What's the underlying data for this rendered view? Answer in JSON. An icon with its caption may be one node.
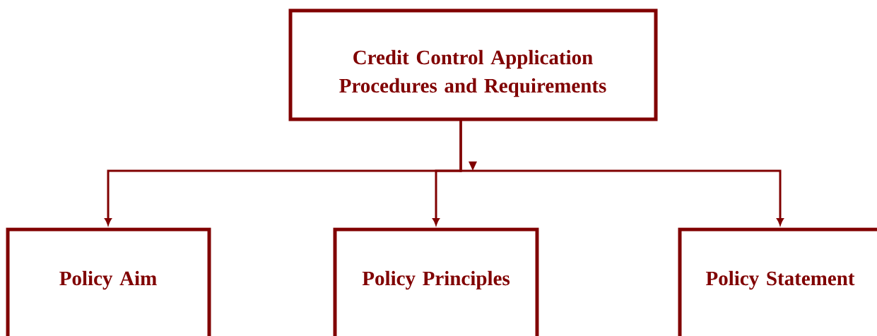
{
  "diagram": {
    "nodes": [
      {
        "text": [
          "Credit Control Application Procedures and Requirements"
        ]
      },
      {
        "text": [
          "Policy Aim"
        ]
      },
      {
        "text": [
          "Policy Principles"
        ]
      },
      {
        "text": [
          "Policy Statement"
        ]
      }
    ],
    "edges": [
      {
        "from": 0,
        "to": 1,
        "arrow": "to"
      },
      {
        "from": 0,
        "to": 2,
        "arrow": "to"
      },
      {
        "from": 0,
        "to": 3,
        "arrow": "to"
      }
    ]
  }
}
